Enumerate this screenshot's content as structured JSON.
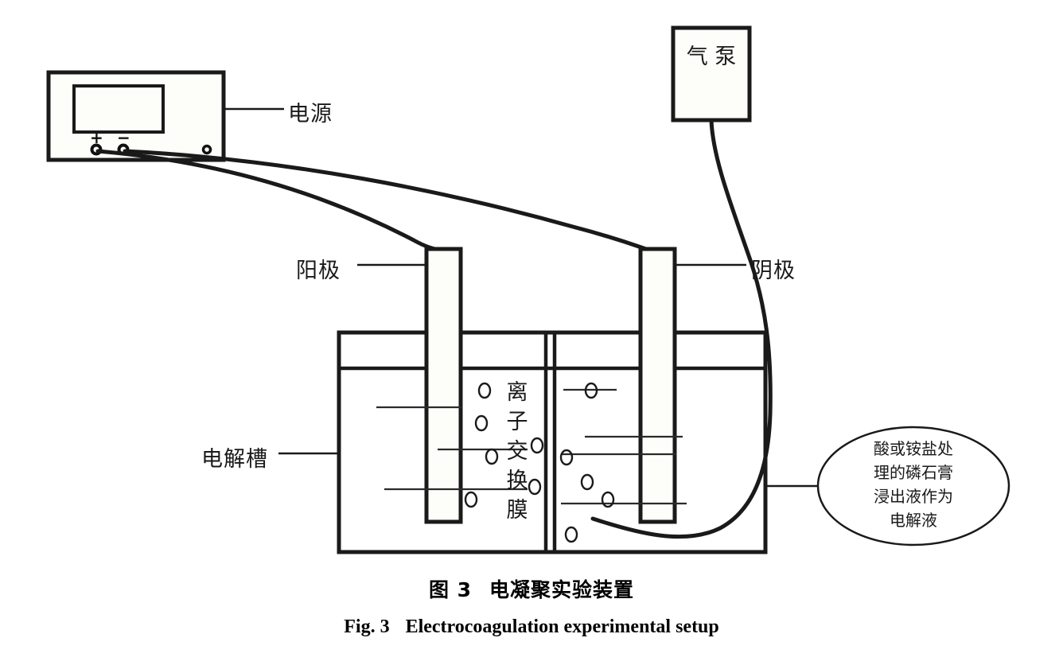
{
  "figure": {
    "caption_cn_number": "图 3",
    "caption_cn_text": "电凝聚实验装置",
    "caption_en_number": "Fig. 3",
    "caption_en_text": "Electrocoagulation experimental setup"
  },
  "components": {
    "power_supply": {
      "label": "电源",
      "terminal_positive": "+",
      "terminal_negative": "−",
      "indicator": "o"
    },
    "air_pump": {
      "label": "气泵"
    },
    "anode": {
      "label": "阳极"
    },
    "cathode": {
      "label": "阴极"
    },
    "electrolytic_cell": {
      "label": "电解槽"
    },
    "membrane": {
      "label_chars": [
        "离",
        "子",
        "交",
        "换",
        "膜"
      ]
    },
    "electrolyte_callout": {
      "lines": [
        "酸或铵盐处",
        "理的磷石膏",
        "浸出液作为",
        "电解液"
      ]
    }
  },
  "colors": {
    "stroke": "#1a1a1a",
    "fill": "#fdfdfa",
    "background": "#ffffff",
    "thin_stroke": "#2a2a2a"
  }
}
